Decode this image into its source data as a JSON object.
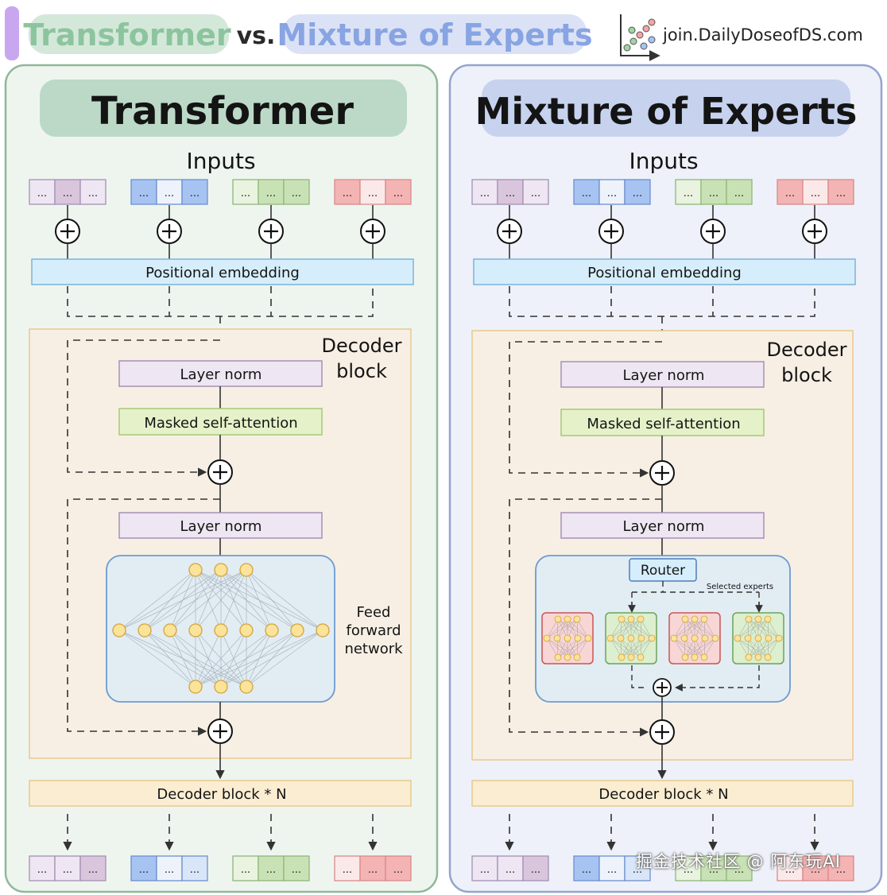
{
  "header": {
    "title_left": "Transformer",
    "title_vs": "vs.",
    "title_right": "Mixture of Experts",
    "brand": "join.DailyDoseofDS.com"
  },
  "transformer": {
    "title": "Transformer",
    "inputs_label": "Inputs",
    "positional_embedding": "Positional embedding",
    "decoder_block_label_1": "Decoder",
    "decoder_block_label_2": "block",
    "layer_norm_1": "Layer norm",
    "masked_self_attention": "Masked self-attention",
    "layer_norm_2": "Layer norm",
    "ffn_label_1": "Feed",
    "ffn_label_2": "forward",
    "ffn_label_3": "network",
    "decoder_block_n": "Decoder block * N"
  },
  "moe": {
    "title": "Mixture of Experts",
    "inputs_label": "Inputs",
    "positional_embedding": "Positional embedding",
    "decoder_block_label_1": "Decoder",
    "decoder_block_label_2": "block",
    "layer_norm_1": "Layer norm",
    "masked_self_attention": "Masked self-attention",
    "layer_norm_2": "Layer norm",
    "router": "Router",
    "selected_experts": "Selected experts",
    "decoder_block_n": "Decoder block * N"
  },
  "token_cell": "...",
  "watermark": "掘金技术社区 @ 阿东玩AI",
  "colors": {
    "transformer_bg": "#eef5ef",
    "transformer_border": "#8fb89a",
    "moe_bg": "#eef1f9",
    "moe_border": "#93a4cf",
    "title_pill_left": "#bcd9c8",
    "title_pill_right": "#c7d2ee",
    "decoder_bg": "#f7efe4",
    "decoder_border": "#e8c98e",
    "pos_emb": "#d6eefb",
    "layer_norm": "#eee6f2",
    "attention": "#e5f2c9",
    "ffn_bg": "#e2ecf3",
    "node": "#fbe39a",
    "purple": "#d9c6dd",
    "blue": "#a6c3f2",
    "green": "#c9e2b5",
    "red": "#f4b4b4",
    "expert_red": "#f8d6d6",
    "expert_green": "#dcefcf"
  }
}
